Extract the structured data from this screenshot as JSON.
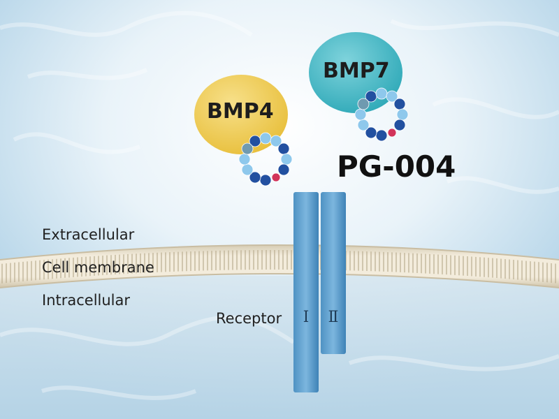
{
  "labels": {
    "extracellular": "Extracellular",
    "cell_membrane": "Cell membrane",
    "intracellular": "Intracellular",
    "receptor": "Receptor",
    "receptor_type_1": "Ⅰ",
    "receptor_type_2": "Ⅱ"
  },
  "ligands": {
    "bmp4": "BMP4",
    "bmp7": "BMP7",
    "peptide": "PG-004"
  },
  "colors": {
    "bmp4_bubble": "#f1cf55",
    "bmp7_bubble": "#45bcc9",
    "receptor": "#6aaad3",
    "membrane": "#e6dcc6",
    "bead_dark": "#2250a0",
    "bead_light": "#8ec8ec",
    "bead_grey": "#6f9ab0",
    "bead_red": "#d2345a"
  }
}
